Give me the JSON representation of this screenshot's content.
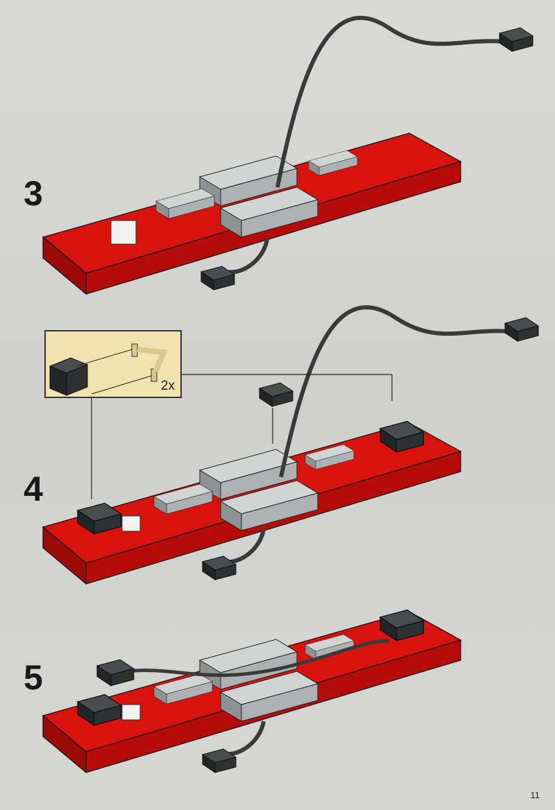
{
  "steps": [
    {
      "number": "3"
    },
    {
      "number": "4",
      "callout": {
        "quantity": "2x"
      }
    },
    {
      "number": "5"
    }
  ],
  "page_number": "11",
  "colors": {
    "plate": "#d8120e",
    "light_grey": "#b9bcbc",
    "dark_grey": "#3e4142",
    "callout_bg": "#efe4b0",
    "cable": "#3a3a3a"
  }
}
